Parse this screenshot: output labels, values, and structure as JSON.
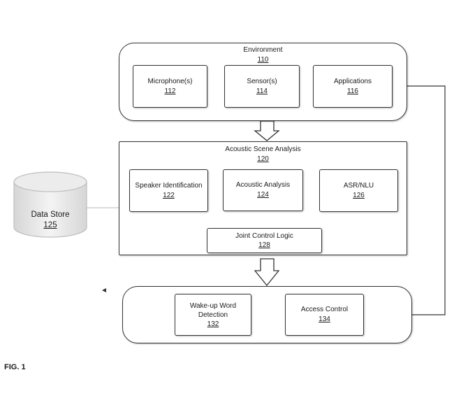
{
  "environment": {
    "title": "Environment",
    "number": "110",
    "microphones": {
      "label": "Microphone(s)",
      "number": "112"
    },
    "sensors": {
      "label": "Sensor(s)",
      "number": "114"
    },
    "applications": {
      "label": "Applications",
      "number": "116"
    }
  },
  "acoustic_scene": {
    "title": "Acoustic Scene Analysis",
    "number": "120",
    "speaker_id": {
      "label": "Speaker Identification",
      "number": "122"
    },
    "acoustic_analysis": {
      "label": "Acoustic Analysis",
      "number": "124"
    },
    "asr_nlu": {
      "label": "ASR/NLU",
      "number": "126"
    },
    "joint_control": {
      "label": "Joint Control Logic",
      "number": "128"
    }
  },
  "output_block": {
    "wake_word": {
      "label_line1": "Wake-up Word",
      "label_line2": "Detection",
      "number": "132"
    },
    "access_control": {
      "label": "Access Control",
      "number": "134"
    }
  },
  "data_store": {
    "label": "Data Store",
    "number": "125"
  },
  "figure_label": "FIG. 1"
}
